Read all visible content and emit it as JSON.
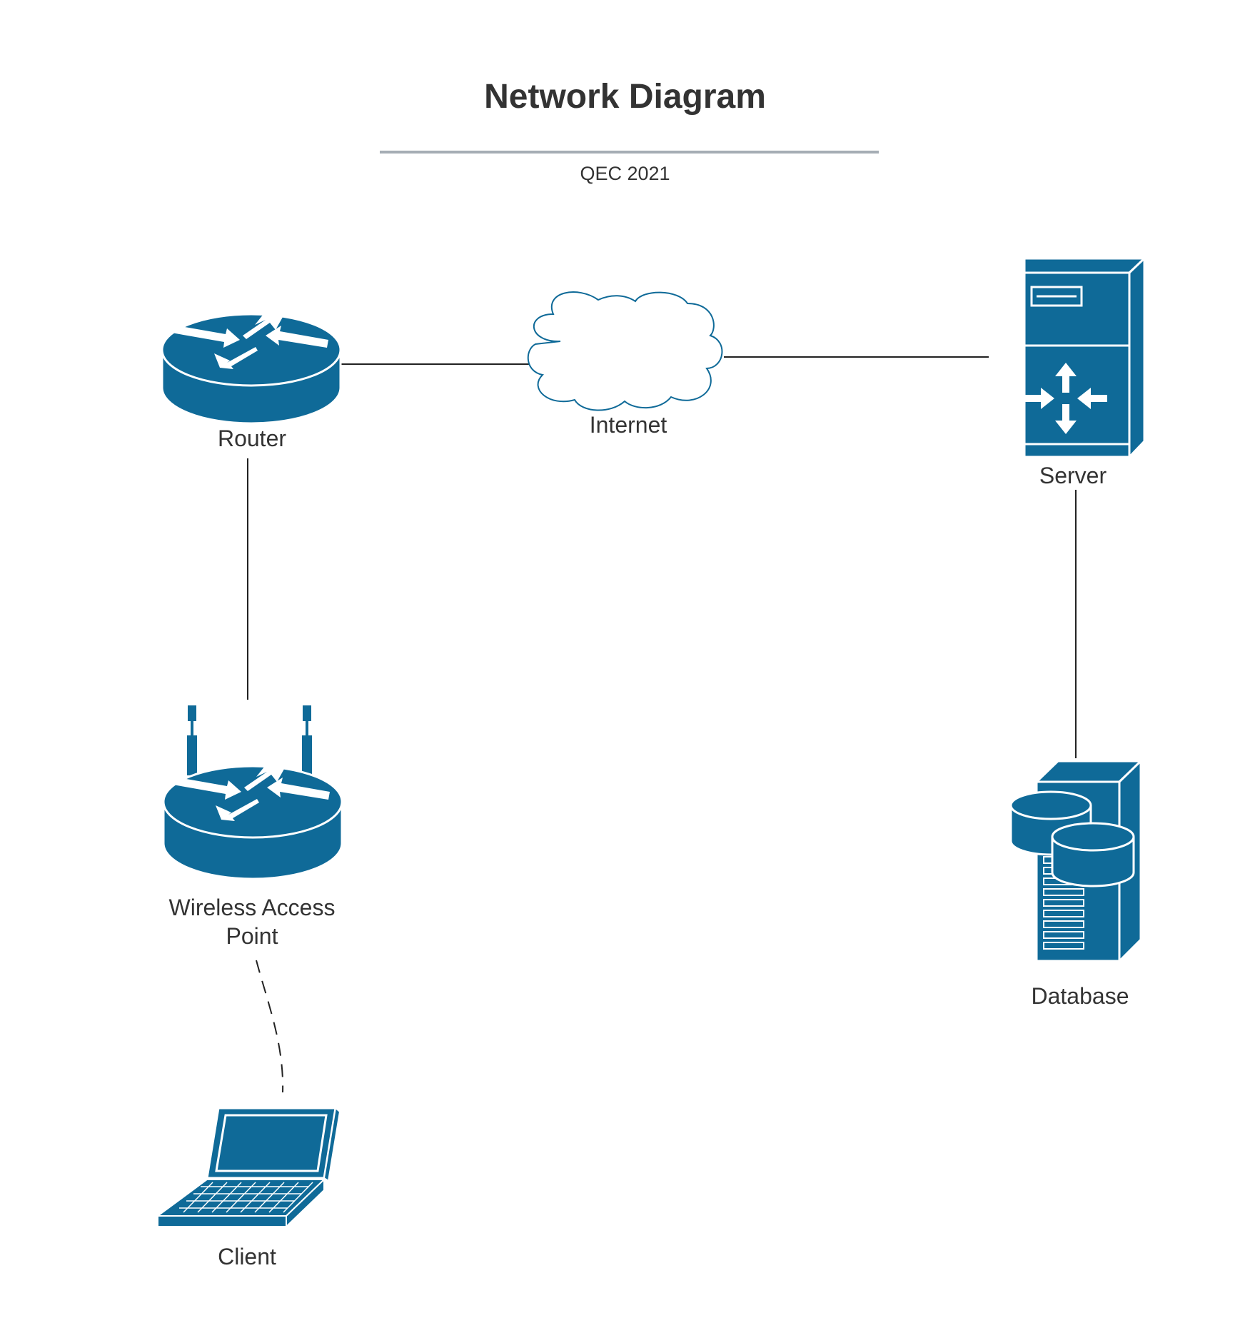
{
  "title": "Network Diagram",
  "subtitle": "QEC 2021",
  "colors": {
    "device_fill": "#0f6a98",
    "device_stroke": "#ffffff",
    "cloud_stroke": "#0f6a98",
    "divider": "#a5adb4",
    "connector": "#222222",
    "text": "#333333"
  },
  "nodes": {
    "router": {
      "label": "Router",
      "icon": "router-icon"
    },
    "internet": {
      "label": "Internet",
      "icon": "cloud-icon"
    },
    "server": {
      "label": "Server",
      "icon": "server-icon"
    },
    "wap": {
      "label_line1": "Wireless Access",
      "label_line2": "Point",
      "icon": "wireless-access-point-icon"
    },
    "database": {
      "label": "Database",
      "icon": "database-server-icon"
    },
    "client": {
      "label": "Client",
      "icon": "laptop-icon"
    }
  },
  "connections": [
    {
      "from": "Router",
      "to": "Internet",
      "style": "solid"
    },
    {
      "from": "Internet",
      "to": "Server",
      "style": "solid"
    },
    {
      "from": "Router",
      "to": "Wireless Access Point",
      "style": "solid"
    },
    {
      "from": "Server",
      "to": "Database",
      "style": "solid"
    },
    {
      "from": "Wireless Access Point",
      "to": "Client",
      "style": "dashed"
    }
  ]
}
